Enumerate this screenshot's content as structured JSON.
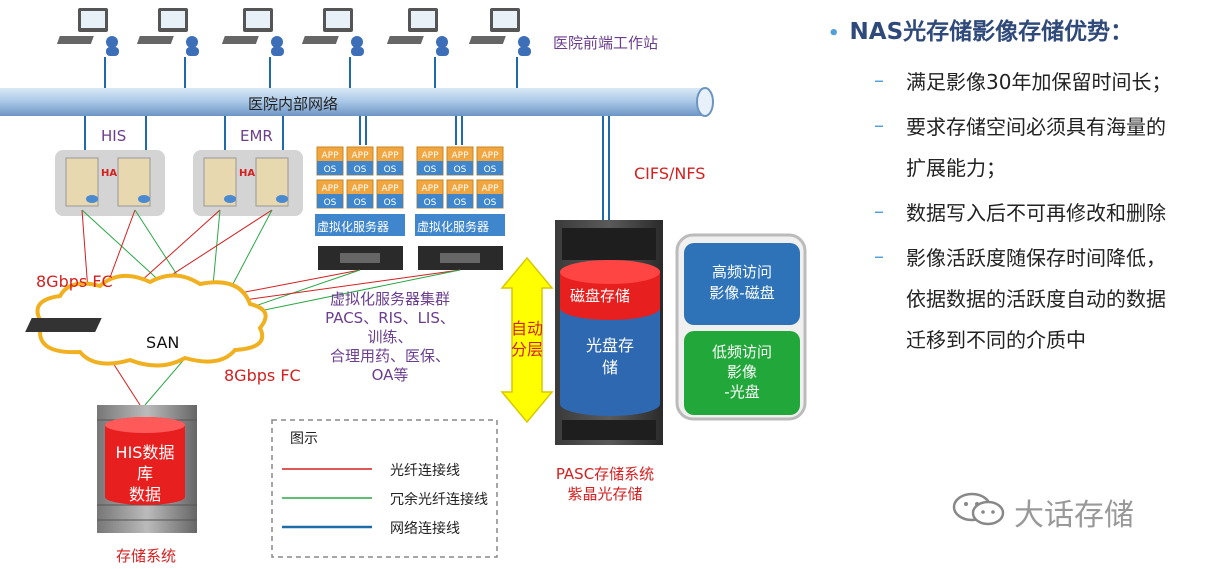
{
  "workstations_label": "医院前端工作站",
  "network_label": "医院内部网络",
  "his_label": "HIS",
  "emr_label": "EMR",
  "ha_label": "HA",
  "app_label": "APP",
  "os_label": "OS",
  "virt_server_label": "虚拟化服务器",
  "virt_cluster_text": [
    "虚拟化服务器集群",
    "PACS、RIS、LIS、",
    "训练、",
    "合理用药、医保、",
    "OA等"
  ],
  "fc_label_1": "8Gbps FC",
  "fc_label_2": "8Gbps FC",
  "san_label": "SAN",
  "storage_db_lines": [
    "HIS数据",
    "库",
    "数据"
  ],
  "storage_system_label": "存储系统",
  "cifs_label": "CIFS/NFS",
  "auto_tier_lines": [
    "自动",
    "分层"
  ],
  "disk_storage_label": "磁盘存储",
  "optical_storage_lines": [
    "光盘存",
    "储"
  ],
  "pasc_lines": [
    "PASC存储系统",
    "紫晶光存储"
  ],
  "high_freq_lines": [
    "高频访问",
    "影像-磁盘"
  ],
  "low_freq_lines": [
    "低频访问",
    "影像",
    "-光盘"
  ],
  "legend": {
    "title": "图示",
    "items": [
      {
        "label": "光纤连接线",
        "color": "#d42020"
      },
      {
        "label": "冗余光纤连接线",
        "color": "#2aa845"
      },
      {
        "label": "网络连接线",
        "color": "#1f6aa8"
      }
    ]
  },
  "advantages": {
    "title": "NAS光存储影像存储优势：",
    "items": [
      [
        "满足影像30年加保留时间长；"
      ],
      [
        "要求存储空间必须具有海量的",
        "扩展能力；"
      ],
      [
        "数据写入后不可再修改和删除"
      ],
      [
        "影像活跃度随保存时间降低，",
        "依据数据的活跃度自动的数据",
        "迁移到不同的介质中"
      ]
    ]
  },
  "watermark": "大话存储",
  "colors": {
    "title_blue": "#2f4a7a",
    "bullet_blue": "#4fa0d8",
    "red_text": "#d42020",
    "purple_text": "#6b3e8f",
    "high_freq_box": "#2e73b8",
    "low_freq_box": "#22a83a",
    "arrow_yellow": "#ffff00",
    "cylinder_red": "#e81f1f",
    "cylinder_blue": "#2e68b0"
  }
}
